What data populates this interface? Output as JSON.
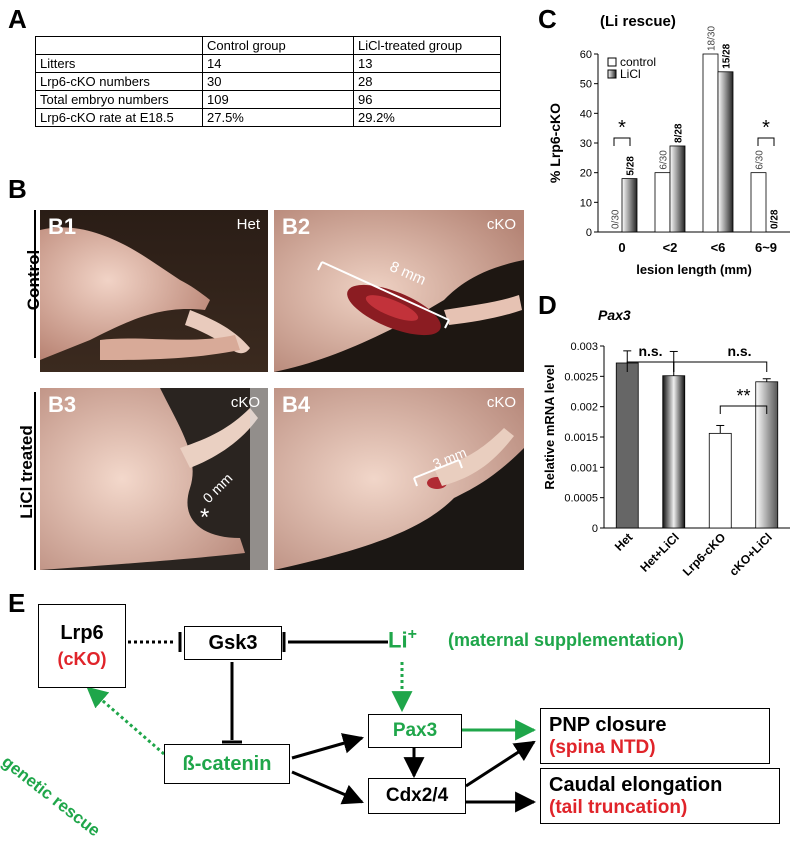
{
  "panels": {
    "A": "A",
    "B": "B",
    "C": "C",
    "D": "D",
    "E": "E"
  },
  "table": {
    "headers": [
      "",
      "Control group",
      "LiCl-treated group"
    ],
    "rows": [
      [
        "Litters",
        "14",
        "13"
      ],
      [
        "Lrp6-cKO numbers",
        "30",
        "28"
      ],
      [
        "Total embryo numbers",
        "109",
        "96"
      ],
      [
        "Lrp6-cKO rate at E18.5",
        "27.5%",
        "29.2%"
      ]
    ]
  },
  "photos": {
    "row_labels": [
      "Control",
      "LiCl treated"
    ],
    "B1": {
      "label": "B1",
      "tag": "Het"
    },
    "B2": {
      "label": "B2",
      "tag": "cKO",
      "measure": "8 mm"
    },
    "B3": {
      "label": "B3",
      "tag": "cKO",
      "measure": "0 mm",
      "asterisk": "*"
    },
    "B4": {
      "label": "B4",
      "tag": "cKO",
      "measure": "3 mm"
    }
  },
  "chart_data": [
    {
      "type": "bar",
      "title": "(Li rescue)",
      "xlabel": "lesion length (mm)",
      "ylabel": "% Lrp6-cKO",
      "ylim": [
        0,
        60
      ],
      "yticks": [
        "0",
        "10",
        "20",
        "30",
        "40",
        "50",
        "60"
      ],
      "categories": [
        "0",
        "<2",
        "<6",
        "6~9"
      ],
      "series": [
        {
          "name": "control",
          "values": [
            0,
            20,
            60,
            20
          ],
          "labels": [
            "0/30",
            "6/30",
            "18/30",
            "6/30"
          ],
          "color": "#ffffff"
        },
        {
          "name": "LiCl",
          "values": [
            18,
            29,
            54,
            0
          ],
          "labels": [
            "5/28",
            "8/28",
            "15/28",
            "0/28"
          ],
          "color": "#555555"
        }
      ],
      "significance": [
        "*",
        "*"
      ],
      "legend": "top-left"
    },
    {
      "type": "bar",
      "title": "Pax3",
      "ylabel": "Relative mRNA level",
      "ylim": [
        0,
        0.003
      ],
      "yticks": [
        "0",
        "0.0005",
        "0.001",
        "0.0015",
        "0.002",
        "0.0025",
        "0.003"
      ],
      "categories": [
        "Het",
        "Het+LiCl",
        "Lrp6-cKO",
        "cKO+LiCl"
      ],
      "values": [
        0.00272,
        0.00251,
        0.00156,
        0.00241
      ],
      "errors": [
        0.0002,
        0.0004,
        0.00013,
        5e-05
      ],
      "significance": [
        "n.s.",
        "n.s.",
        "**"
      ]
    }
  ],
  "diagram": {
    "lrp6": "Lrp6",
    "cko": "(cKO)",
    "gsk3": "Gsk3",
    "li": "Li",
    "li_sup": "+",
    "maternal": "(maternal supplementation)",
    "bcat": "ß-catenin",
    "pax3": "Pax3",
    "cdx": "Cdx2/4",
    "genetic_rescue": "genetic rescue",
    "pnp": "PNP closure",
    "spina": "(spina NTD)",
    "caudal": "Caudal elongation",
    "tail": "(tail truncation)"
  },
  "colors": {
    "green": "#1fa64a",
    "red": "#e0242a"
  }
}
